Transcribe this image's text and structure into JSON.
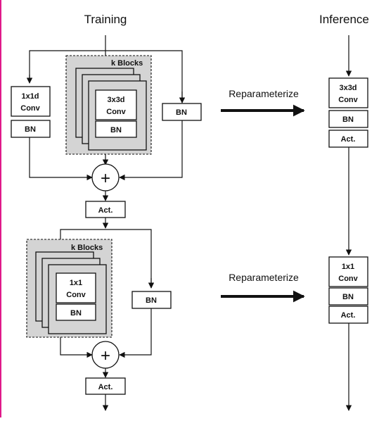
{
  "headings": {
    "training": "Training",
    "inference": "Inference"
  },
  "block_a": {
    "branch_left": {
      "conv_line1": "1x1d",
      "conv_line2": "Conv",
      "bn": "BN"
    },
    "group_title": "k Blocks",
    "group_block": {
      "conv_line1": "3x3d",
      "conv_line2": "Conv",
      "bn": "BN"
    },
    "branch_right": {
      "bn": "BN"
    },
    "sum_symbol": "+",
    "act": "Act."
  },
  "block_b": {
    "group_title": "k Blocks",
    "group_block": {
      "conv_line1": "1x1",
      "conv_line2": "Conv",
      "bn": "BN"
    },
    "branch_right": {
      "bn": "BN"
    },
    "sum_symbol": "+",
    "act": "Act."
  },
  "transform_a": {
    "label": "Reparameterize"
  },
  "transform_b": {
    "label": "Reparameterize"
  },
  "inference_a": {
    "conv_line1": "3x3d",
    "conv_line2": "Conv",
    "bn": "BN",
    "act": "Act."
  },
  "inference_b": {
    "conv_line1": "1x1",
    "conv_line2": "Conv",
    "bn": "BN",
    "act": "Act."
  },
  "colors": {
    "group_fill": "#d4d4d4",
    "stroke": "#111111",
    "accent_edge": "#e0198a"
  }
}
